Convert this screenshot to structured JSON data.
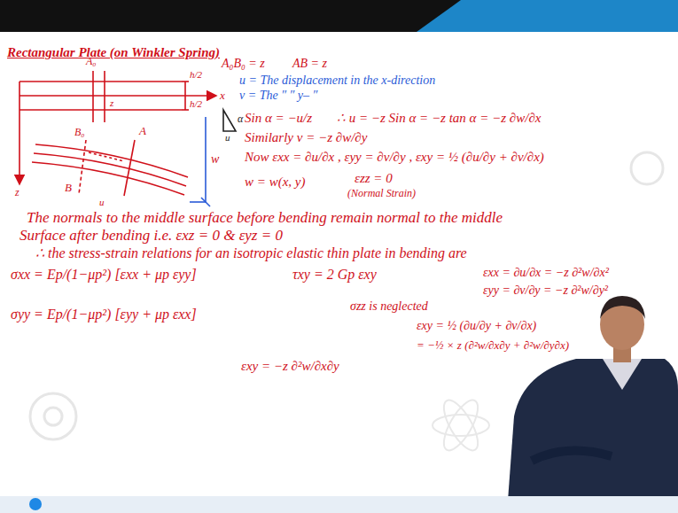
{
  "diagram": {
    "title": "Rectangular Plate (on Winkler Spring)",
    "labels": [
      "A₀B₀ = z",
      "AB = z",
      "u = The displacement in the x-direction",
      "v = The ″ ″ y– ″",
      "A₀",
      "B₀",
      "h/2",
      "h/2",
      "x",
      "z",
      "z",
      "A",
      "B",
      "u",
      "w",
      "α",
      "u",
      "Sin α = −u/z",
      "∴ u = −z Sin α = −z tan α = −z ∂w/∂x",
      "Similarly v = −z ∂w/∂y",
      "Now εxx = ∂u/∂x , εyy = ∂v/∂y , εxy = ½ (∂u/∂y + ∂v/∂x)",
      "w = w(x, y)",
      "εzz = 0",
      "(Normal Strain)",
      "The normals to the middle surface before bending remain normal to the middle",
      "Surface after bending i.e. εxz = 0 & εyz = 0",
      "∴ the stress-strain relations for an isotropic elastic thin plate in bending are",
      "σxx = Ep/(1−μp²) [εxx + μp εyy]",
      "τxy = 2 Gp εxy",
      "σyy = Ep/(1−μp²) [εyy + μp εxx]",
      "εxx = ∂u/∂x = −z ∂²w/∂x²",
      "εyy = ∂v/∂y = −z ∂²w/∂y²",
      "σzz is neglected",
      "εxy = ½ (∂u/∂y + ∂v/∂x)",
      "= −½ × z (∂²w/∂x∂y + ∂²w/∂y∂x)",
      "εxy = −z ∂²w/∂x∂y"
    ]
  }
}
